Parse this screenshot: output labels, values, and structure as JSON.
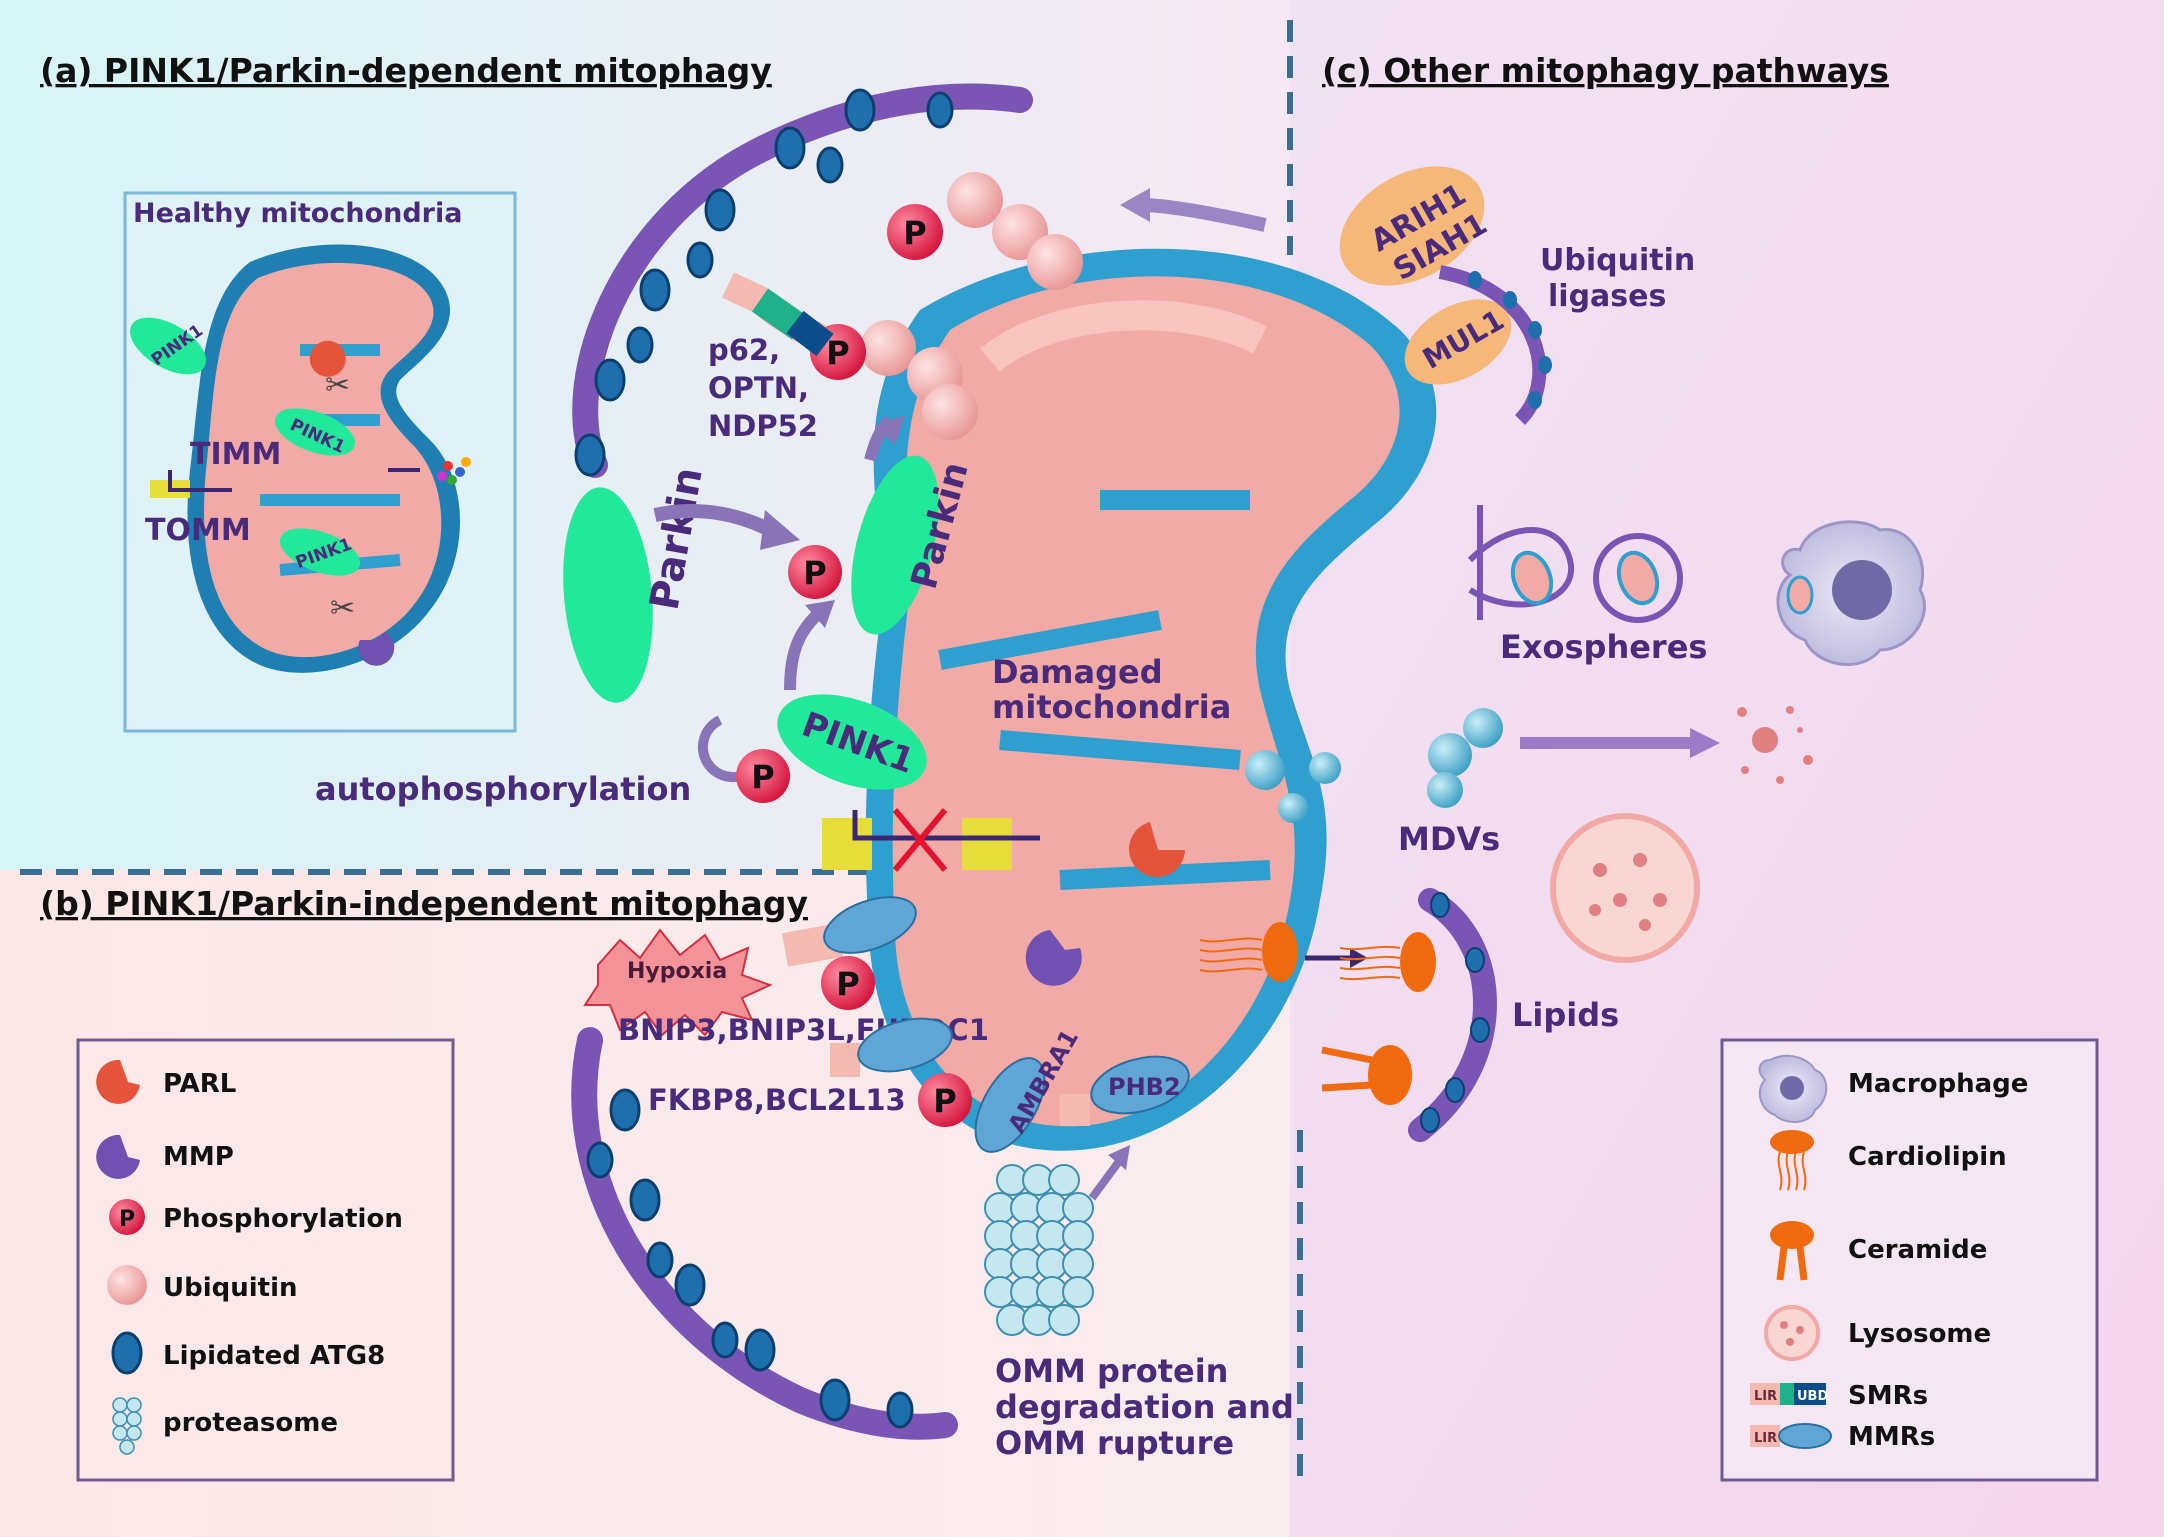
{
  "sections": {
    "a_title": "(a) PINK1/Parkin-dependent mitophagy",
    "b_title": "(b) PINK1/Parkin-independent mitophagy",
    "c_title": "(c) Other mitophagy pathways"
  },
  "healthy": {
    "title": "Healthy mitochondria",
    "pink1": "PINK1",
    "timm": "TIMM",
    "tomm": "TOMM"
  },
  "pathway_a": {
    "parkin": "Parkin",
    "pink1": "PINK1",
    "phospho": "P",
    "receptors_1": "p62,",
    "receptors_2": "OPTN,",
    "receptors_3": "NDP52",
    "autophosphorylation": "autophosphorylation",
    "damaged_1": "Damaged",
    "damaged_2": "mitochondria"
  },
  "pathway_b": {
    "hypoxia": "Hypoxia",
    "bnip": "BNIP3,BNIP3L,FUNDC1",
    "fkbp": "FKBP8,BCL2L13",
    "ambra1": "AMBRA1",
    "phb2": "PHB2",
    "omm_1": "OMM protein",
    "omm_2": "degradation and",
    "omm_3": "OMM rupture"
  },
  "pathway_c": {
    "arih1": "ARIH1",
    "siah1": "SIAH1",
    "mul1": "MUL1",
    "ubiquitin_1": "Ubiquitin",
    "ubiquitin_2": "ligases",
    "exospheres": "Exospheres",
    "mdvs": "MDVs",
    "lipids": "Lipids"
  },
  "legend_left": [
    {
      "label": "PARL",
      "icon": "parl-icon"
    },
    {
      "label": "MMP",
      "icon": "mmp-icon"
    },
    {
      "label": "Phosphorylation",
      "icon": "phosphorylation-icon"
    },
    {
      "label": "Ubiquitin",
      "icon": "ubiquitin-icon"
    },
    {
      "label": "Lipidated ATG8",
      "icon": "atg8-icon"
    },
    {
      "label": "proteasome",
      "icon": "proteasome-icon"
    }
  ],
  "legend_right": [
    {
      "label": "Macrophage",
      "icon": "macrophage-icon"
    },
    {
      "label": "Cardiolipin",
      "icon": "cardiolipin-icon"
    },
    {
      "label": "Ceramide",
      "icon": "ceramide-icon"
    },
    {
      "label": "Lysosome",
      "icon": "lysosome-icon"
    },
    {
      "label": "SMRs",
      "icon": "smr-icon",
      "lir": "LIR",
      "ubd": "UBD"
    },
    {
      "label": "MMRs",
      "icon": "mmr-icon",
      "lir": "LIR"
    }
  ],
  "colors": {
    "membrane": "#2f9fd0",
    "matrix": "#f2aaa6",
    "phagophore": "#7b55b5",
    "parkin": "#22e89a",
    "phospho": "#e8274a",
    "ubiquitin": "#f0a0a0",
    "text": "#4a2a7a"
  }
}
